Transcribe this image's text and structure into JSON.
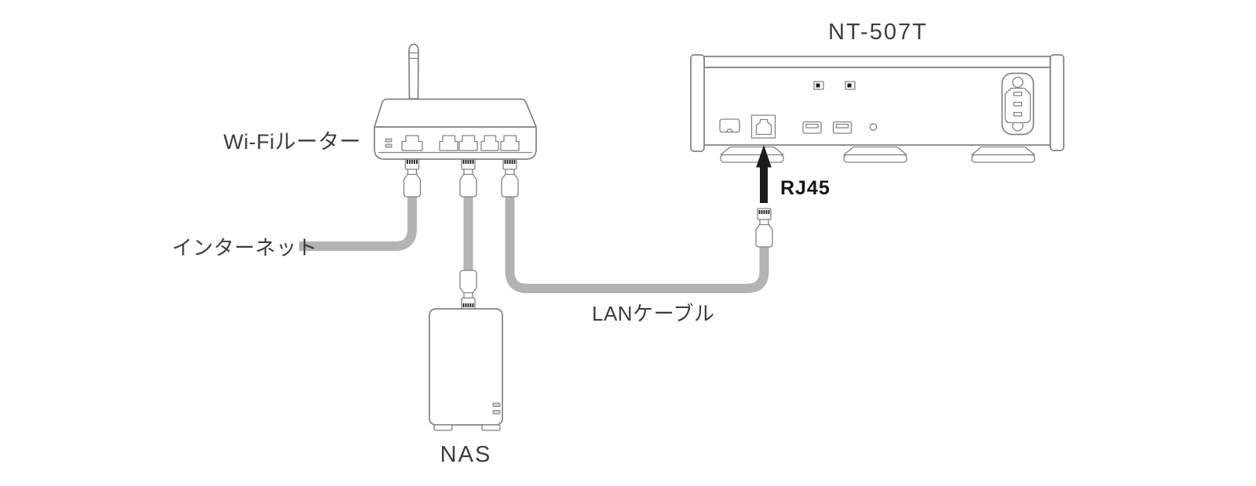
{
  "diagram": {
    "labels": {
      "wifi_router": "Wi-Fiルーター",
      "internet": "インターネット",
      "nas": "NAS",
      "lan_cable": "LANケーブル",
      "rj45": "RJ45",
      "device_title": "NT-507T"
    },
    "colors": {
      "outline": "#828282",
      "cable": "#b3b3b3",
      "arrow": "#1c1c1c",
      "text": "#3d3d3d"
    }
  }
}
